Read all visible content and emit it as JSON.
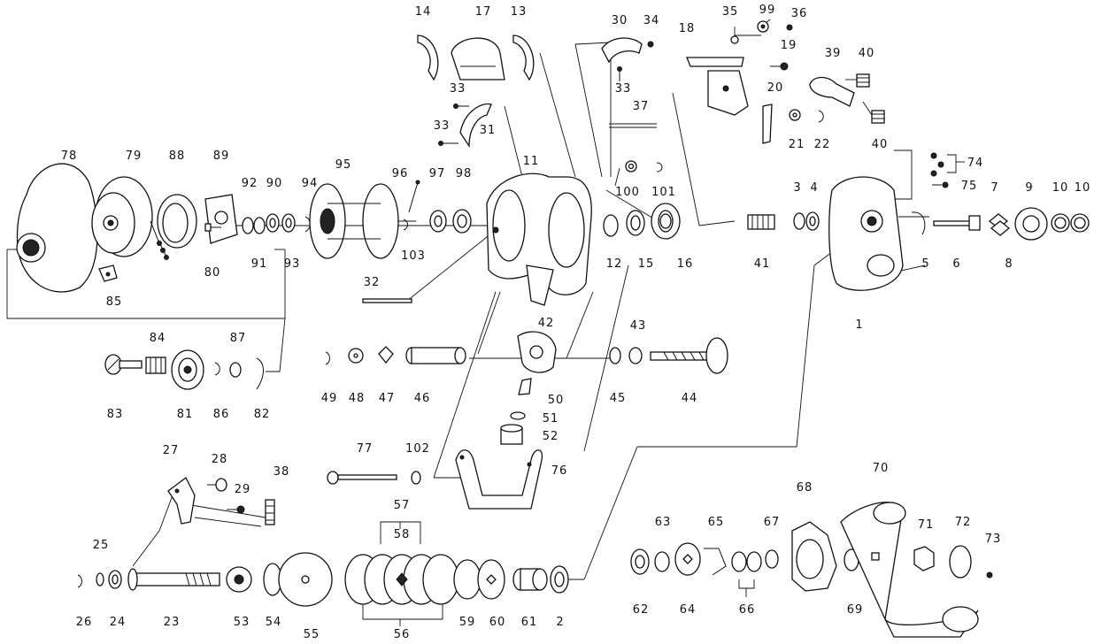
{
  "labels": {
    "p1": "1",
    "p2": "2",
    "p3": "3",
    "p4": "4",
    "p5": "5",
    "p6": "6",
    "p7": "7",
    "p8": "8",
    "p9": "9",
    "p10": "10",
    "p10b": "10",
    "p11": "11",
    "p12": "12",
    "p13": "13",
    "p14": "14",
    "p15": "15",
    "p16": "16",
    "p17": "17",
    "p18": "18",
    "p19": "19",
    "p20": "20",
    "p21": "21",
    "p22": "22",
    "p23": "23",
    "p24": "24",
    "p25": "25",
    "p26": "26",
    "p27": "27",
    "p28": "28",
    "p29": "29",
    "p30": "30",
    "p31": "31",
    "p32": "32",
    "p33a": "33",
    "p33b": "33",
    "p33c": "33",
    "p34": "34",
    "p35": "35",
    "p36": "36",
    "p37": "37",
    "p38": "38",
    "p39": "39",
    "p40a": "40",
    "p40b": "40",
    "p41": "41",
    "p42": "42",
    "p43": "43",
    "p44": "44",
    "p45": "45",
    "p46": "46",
    "p47": "47",
    "p48": "48",
    "p49": "49",
    "p50": "50",
    "p51": "51",
    "p52": "52",
    "p53": "53",
    "p54": "54",
    "p55": "55",
    "p56": "56",
    "p57": "57",
    "p58": "58",
    "p59": "59",
    "p60": "60",
    "p61": "61",
    "p62": "62",
    "p63": "63",
    "p64": "64",
    "p65": "65",
    "p66": "66",
    "p67": "67",
    "p68": "68",
    "p69": "69",
    "p70": "70",
    "p71": "71",
    "p72": "72",
    "p73": "73",
    "p74": "74",
    "p75": "75",
    "p76": "76",
    "p77": "77",
    "p78": "78",
    "p79": "79",
    "p80": "80",
    "p81": "81",
    "p82": "82",
    "p83": "83",
    "p84": "84",
    "p85": "85",
    "p86": "86",
    "p87": "87",
    "p88": "88",
    "p89": "89",
    "p90": "90",
    "p91": "91",
    "p92": "92",
    "p93": "93",
    "p94": "94",
    "p95": "95",
    "p96": "96",
    "p97": "97",
    "p98": "98",
    "p99": "99",
    "p100": "100",
    "p101": "101",
    "p102": "102",
    "p103": "103"
  }
}
